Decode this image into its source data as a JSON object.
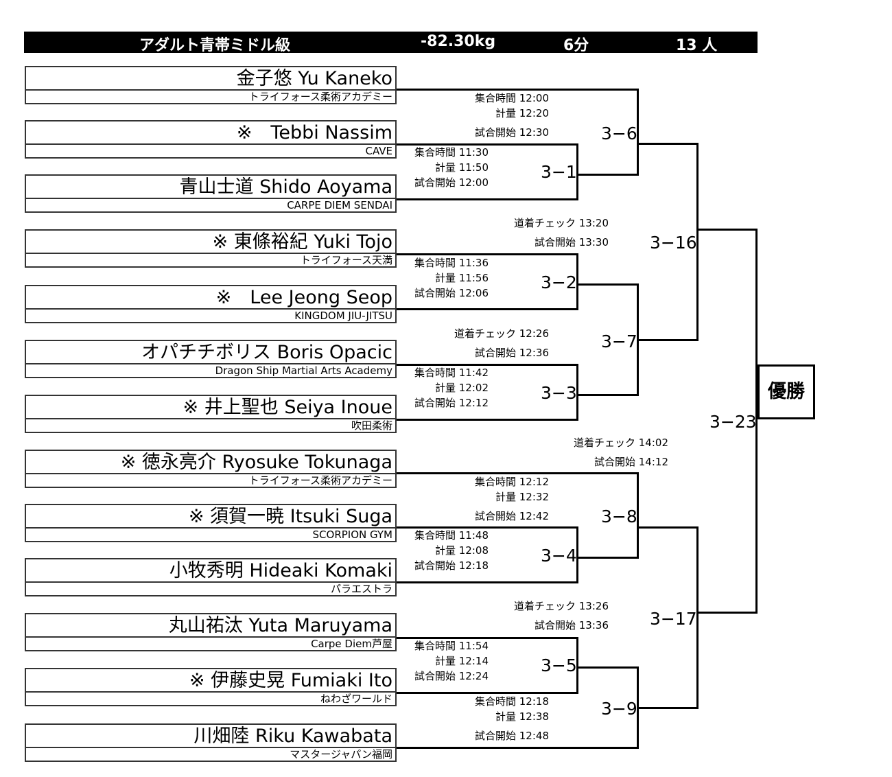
{
  "header": {
    "division": "アダルト青帯ミドル級",
    "weight": "-82.30kg",
    "time": "6分",
    "count": "13 人"
  },
  "players": [
    {
      "name": "金子悠 Yu Kaneko",
      "team": "トライフォース柔術アカデミー"
    },
    {
      "name": "※　Tebbi Nassim",
      "team": "CAVE"
    },
    {
      "name": "青山士道 Shido Aoyama",
      "team": "CARPE DIEM SENDAI"
    },
    {
      "name": "※ 東條裕紀 Yuki Tojo",
      "team": "トライフォース天満"
    },
    {
      "name": "※　Lee Jeong Seop",
      "team": "KINGDOM JIU-JITSU"
    },
    {
      "name": "オパチチボリス Boris Opacic",
      "team": "Dragon Ship Martial Arts Academy"
    },
    {
      "name": "※ 井上聖也 Seiya Inoue",
      "team": "吹田柔術"
    },
    {
      "name": "※ 徳永亮介 Ryosuke Tokunaga",
      "team": "トライフォース柔術アカデミー"
    },
    {
      "name": "※ 須賀一暁 Itsuki Suga",
      "team": "SCORPION GYM"
    },
    {
      "name": "小牧秀明 Hideaki Komaki",
      "team": "パラエストラ"
    },
    {
      "name": "丸山祐汰 Yuta Maruyama",
      "team": "Carpe Diem芦屋"
    },
    {
      "name": "※ 伊藤史晃 Fumiaki Ito",
      "team": "ねわざワールド"
    },
    {
      "name": "川畑陸 Riku Kawabata",
      "team": "マスタージャパン福岡"
    }
  ],
  "matches": {
    "m1": "3−1",
    "m2": "3−2",
    "m3": "3−3",
    "m4": "3−4",
    "m5": "3−5",
    "m6": "3−6",
    "m7": "3−7",
    "m8": "3−8",
    "m9": "3−9",
    "m16": "3−16",
    "m17": "3−17",
    "m23": "3−23"
  },
  "schedules": {
    "m1": [
      "集合時間 11:30",
      "計量 11:50",
      "試合開始 12:00"
    ],
    "m2": [
      "集合時間 11:36",
      "計量 11:56",
      "試合開始 12:06"
    ],
    "m3": [
      "集合時間 11:42",
      "計量 12:02",
      "試合開始 12:12"
    ],
    "m4": [
      "集合時間 11:48",
      "計量 12:08",
      "試合開始 12:18"
    ],
    "m5": [
      "集合時間 11:54",
      "計量 12:14",
      "試合開始 12:24"
    ],
    "m6": [
      "集合時間 12:00",
      "計量 12:20",
      "試合開始 12:30"
    ],
    "m7": [
      "道着チェック 12:26",
      "試合開始 12:36"
    ],
    "m8": [
      "集合時間 12:12",
      "計量 12:32",
      "試合開始 12:42"
    ],
    "m9": [
      "集合時間 12:18",
      "計量 12:38",
      "試合開始 12:48"
    ],
    "m16": [
      "道着チェック 13:20",
      "試合開始 13:30"
    ],
    "m17": [
      "道着チェック 13:26",
      "試合開始 13:36"
    ],
    "m23": [
      "道着チェック 14:02",
      "試合開始 14:12"
    ]
  },
  "champion_label": "優勝"
}
